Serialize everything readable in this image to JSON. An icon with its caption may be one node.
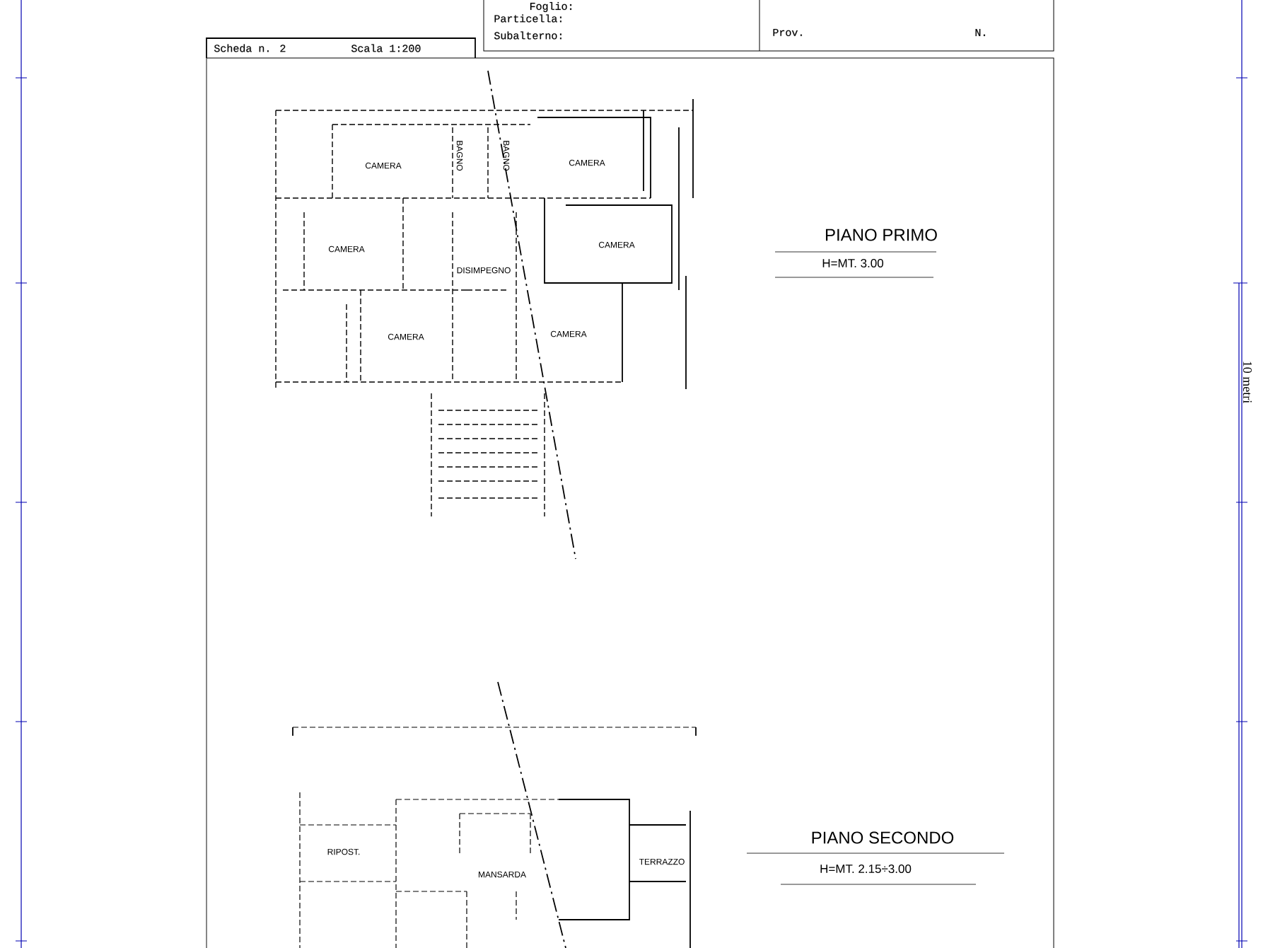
{
  "diagram": {
    "labels": [
      "Foglio:",
      "Particella:",
      "Subalterno:",
      "Prov.",
      "N.",
      "Scheda n. 2",
      "Scala 1:200",
      "CAMERA",
      "BAGNO",
      "BAGNO",
      "CAMERA",
      "CAMERA",
      "DISIMPEGNO",
      "CAMERA",
      "CAMERA",
      "CAMERA",
      "PIANO PRIMO",
      "H=MT. 3.00",
      "10 metri",
      "RIPOST.",
      "MANSARDA",
      "TERRAZZO",
      "PIANO SECONDO",
      "H=MT. 2.15÷3.00"
    ]
  }
}
